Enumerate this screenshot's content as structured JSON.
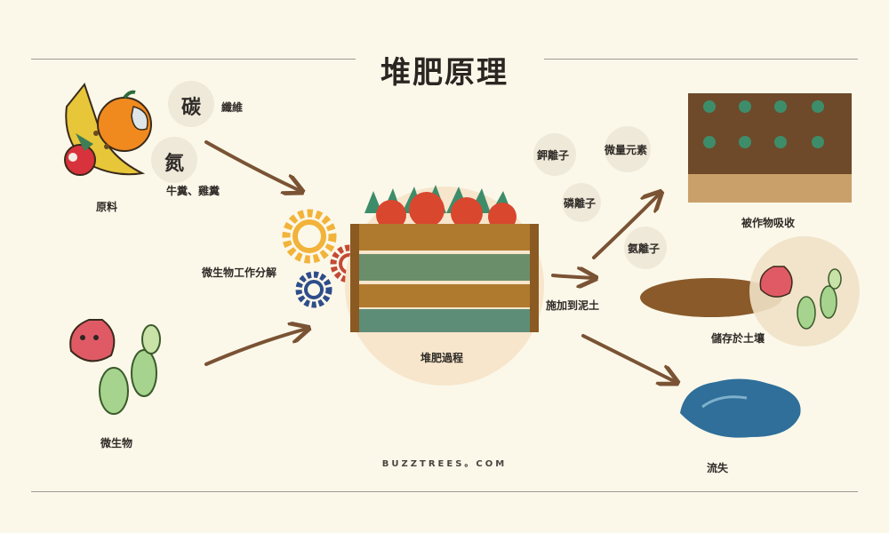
{
  "title": "堆肥原理",
  "inputs": {
    "carbon": {
      "symbol": "碳",
      "example": "纖維"
    },
    "nitrogen": {
      "symbol": "氮",
      "example": "牛糞、雞糞"
    },
    "raw_label": "原料",
    "microbe_label": "微生物"
  },
  "process": {
    "gear_label": "微生物工作分解",
    "crate_label": "堆肥過程",
    "apply_label": "施加到泥土"
  },
  "nutrients": [
    "鉀離子",
    "微量元素",
    "磷離子",
    "氨離子"
  ],
  "outputs": {
    "plants": "被作物吸收",
    "soil": "儲存於土壤",
    "runoff": "流失"
  },
  "footer": "BUZZTREES。COM",
  "colors": {
    "background": "#fbf8ea",
    "arrow": "#7a5334",
    "bubble": "#efe9d9",
    "halo": "#f7e6cc"
  }
}
